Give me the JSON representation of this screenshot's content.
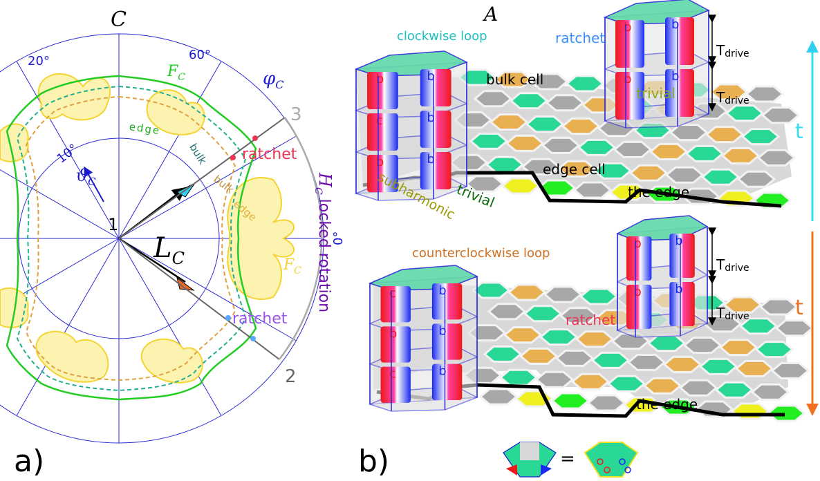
{
  "panel_a": {
    "panel_label": "a)",
    "config_symbol": "C",
    "angle_labels": {
      "a20": "20°",
      "a60": "60°",
      "a10": "10°",
      "a0": "0°"
    },
    "phi_label": "φ",
    "phi_sub": "C",
    "theta_label": "ϑ",
    "theta_sub": "C",
    "F_label": "F",
    "F_sub": "C",
    "L_label": "L",
    "L_sub": "C",
    "H_label": "H",
    "H_sub": "C",
    "locked_rotation": "locked rotation",
    "point_1": "1",
    "point_2": "2",
    "point_3": "3",
    "edge_word": "edge",
    "bulk_word": "bulk",
    "ratchet_upper": "ratchet",
    "ratchet_lower": "ratchet",
    "colors": {
      "green": "#22cc22",
      "yellow": "#f4e04d",
      "orange": "#e0a040",
      "teal": "#20b090",
      "blue": "#1a1ad0",
      "gray": "#aaaaaa",
      "ratchet_red": "#ee3355",
      "ratchet_purple": "#9955ee",
      "arrow_cyan": "#30d0f0",
      "arrow_orange": "#f06a20"
    }
  },
  "panel_b": {
    "panel_label": "b)",
    "lattice_symbol": "A",
    "clockwise_loop": "clockwise loop",
    "counterclockwise_loop": "counterclockwise loop",
    "ratchet_top": "ratchet",
    "ratchet_bottom": "ratchet",
    "bulk_cell": "bulk cell",
    "edge_cell": "edge cell",
    "the_edge_top": "the edge",
    "the_edge_bottom": "the edge",
    "trivial_top": "trivial",
    "trivial_mid": "trivial",
    "subharmonic": "subharmonic",
    "T_letter": "T",
    "T_sub": "drive",
    "t_label": "t",
    "equals": "=",
    "letter_b": "b",
    "letter_c": "c",
    "colors": {
      "hex_teal": "#2ad896",
      "hex_orange": "#e8b050",
      "hex_gray": "#a8a8a8",
      "hex_yellow": "#f0f020",
      "hex_green": "#22ee22",
      "cyan_arrow": "#30e0f0",
      "orange_arrow": "#f07020"
    }
  }
}
